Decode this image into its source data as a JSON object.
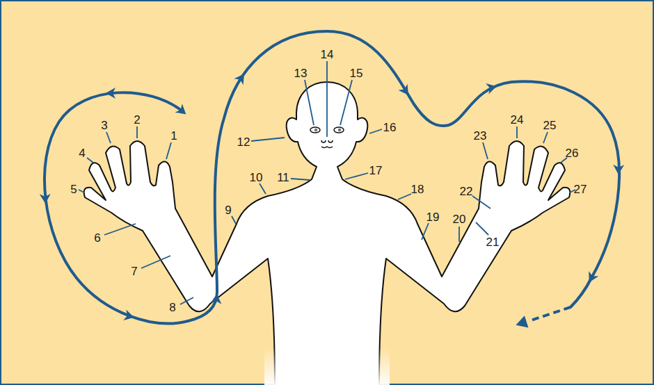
{
  "diagram": {
    "labels": [
      "1",
      "2",
      "3",
      "4",
      "5",
      "6",
      "7",
      "8",
      "9",
      "10",
      "11",
      "12",
      "13",
      "14",
      "15",
      "16",
      "17",
      "18",
      "19",
      "20",
      "21",
      "22",
      "23",
      "24",
      "25",
      "26",
      "27"
    ]
  }
}
